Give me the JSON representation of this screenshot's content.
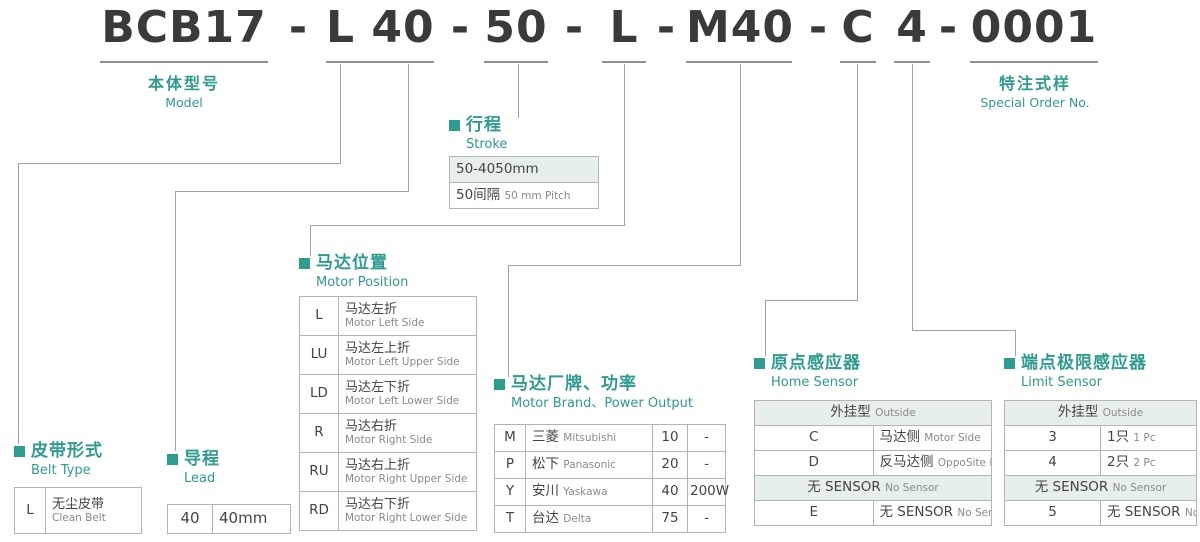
{
  "colors": {
    "accent": "#2E9C8F",
    "line": "#a3a3a3",
    "row_tint": "#E6EFE9",
    "title_text": "#3a3a3a"
  },
  "model_code": {
    "separator": "-",
    "segments": {
      "model": "BCB17",
      "belt_lead": "L 40",
      "stroke": "50",
      "motor_position": "L",
      "motor_brand_power": "M40",
      "home_sensor": "C",
      "limit_sensor": "4",
      "special_order": "0001"
    }
  },
  "labels": {
    "model": {
      "zh": "本体型号",
      "en": "Model"
    },
    "special": {
      "zh": "特注式样",
      "en": "Special Order No."
    }
  },
  "stroke": {
    "zh": "行程",
    "en": "Stroke",
    "row1": "50-4050mm",
    "row2_zh": "50间隔",
    "row2_en": "50 mm Pitch"
  },
  "motor_position": {
    "zh": "马达位置",
    "en": "Motor Position",
    "rows": [
      {
        "code": "L",
        "zh": "马达左折",
        "en": "Motor Left Side"
      },
      {
        "code": "LU",
        "zh": "马达左上折",
        "en": "Motor Left Upper Side"
      },
      {
        "code": "LD",
        "zh": "马达左下折",
        "en": "Motor Left Lower Side"
      },
      {
        "code": "R",
        "zh": "马达右折",
        "en": "Motor Right Side"
      },
      {
        "code": "RU",
        "zh": "马达右上折",
        "en": "Motor Right Upper Side"
      },
      {
        "code": "RD",
        "zh": "马达右下折",
        "en": "Motor Right Lower Side"
      }
    ]
  },
  "belt_type": {
    "zh": "皮带形式",
    "en": "Belt Type",
    "rows": [
      {
        "code": "L",
        "zh": "无尘皮带",
        "en": "Clean Belt"
      }
    ]
  },
  "lead": {
    "zh": "导程",
    "en": "Lead",
    "rows": [
      {
        "code": "40",
        "value": "40mm"
      }
    ]
  },
  "motor_brand": {
    "zh": "马达厂牌、功率",
    "en": "Motor Brand、Power Output",
    "rows": [
      {
        "code": "M",
        "zh": "三菱",
        "en": "Mitsubishi",
        "power_code": "10",
        "power": "-"
      },
      {
        "code": "P",
        "zh": "松下",
        "en": "Panasonic",
        "power_code": "20",
        "power": "-"
      },
      {
        "code": "Y",
        "zh": "安川",
        "en": "Yaskawa",
        "power_code": "40",
        "power": "200W"
      },
      {
        "code": "T",
        "zh": "台达",
        "en": "Delta",
        "power_code": "75",
        "power": "-"
      }
    ]
  },
  "home_sensor": {
    "zh": "原点感应器",
    "en": "Home Sensor",
    "group1_zh": "外挂型",
    "group1_en": "Outside",
    "rows1": [
      {
        "code": "C",
        "zh": "马达侧",
        "en": "Motor Side"
      },
      {
        "code": "D",
        "zh": "反马达侧",
        "en": "OppoSite Motor Side"
      }
    ],
    "group2_zh": "无 SENSOR",
    "group2_en": "No Sensor",
    "rows2": [
      {
        "code": "E",
        "zh": "无 SENSOR",
        "en": "No Sensor"
      }
    ]
  },
  "limit_sensor": {
    "zh": "端点极限感应器",
    "en": "Limit Sensor",
    "group1_zh": "外挂型",
    "group1_en": "Outside",
    "rows1": [
      {
        "code": "3",
        "zh": "1只",
        "en": "1 Pc"
      },
      {
        "code": "4",
        "zh": "2只",
        "en": "2 Pc"
      }
    ],
    "group2_zh": "无 SENSOR",
    "group2_en": "No Sensor",
    "rows2": [
      {
        "code": "5",
        "zh": "无 SENSOR",
        "en": "No Sensor"
      }
    ]
  }
}
